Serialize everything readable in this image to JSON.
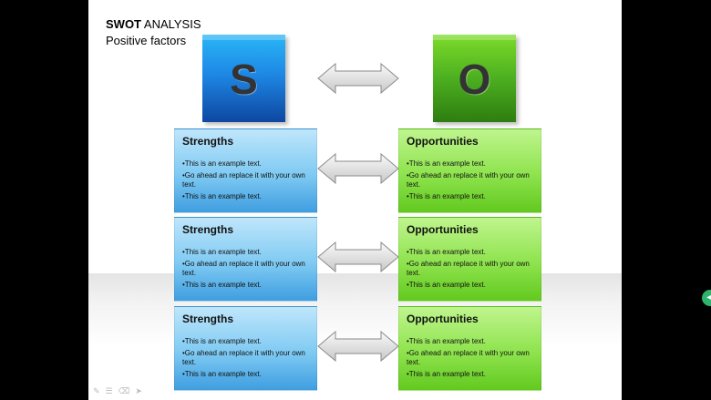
{
  "slide": {
    "title_bold": "SWOT",
    "title_rest": " ANALYSIS",
    "subtitle": "Positive factors",
    "cube_left": "S",
    "cube_right": "O"
  },
  "rows": [
    {
      "left": {
        "heading": "Strengths",
        "bullets": [
          "•This is an example text.",
          "•Go ahead an replace it with your own text.",
          "•This is an example text."
        ]
      },
      "right": {
        "heading": "Opportunities",
        "bullets": [
          "•This is an example text.",
          "•Go ahead an replace it with your own text.",
          "•This is an example text."
        ]
      }
    },
    {
      "left": {
        "heading": "Strengths",
        "bullets": [
          "•This is an example text.",
          "•Go ahead an replace it with your own text.",
          "•This is an example text."
        ]
      },
      "right": {
        "heading": "Opportunities",
        "bullets": [
          "•This is an example text.",
          "•Go ahead an replace it with your own text.",
          "•This is an example text."
        ]
      }
    },
    {
      "left": {
        "heading": "Strengths",
        "bullets": [
          "•This is an example text.",
          "•Go ahead an replace it with your own text.",
          "•This is an example text."
        ]
      },
      "right": {
        "heading": "Opportunities",
        "bullets": [
          "•This is an example text.",
          "•Go ahead an replace it with your own text.",
          "•This is an example text."
        ]
      }
    }
  ],
  "colors": {
    "blue_accent": "#1e88e5",
    "green_accent": "#4caf20",
    "arrow_fill": "#d9d9d9"
  },
  "icons": [
    "pen-icon",
    "menu-icon",
    "eraser-icon",
    "pointer-icon"
  ]
}
